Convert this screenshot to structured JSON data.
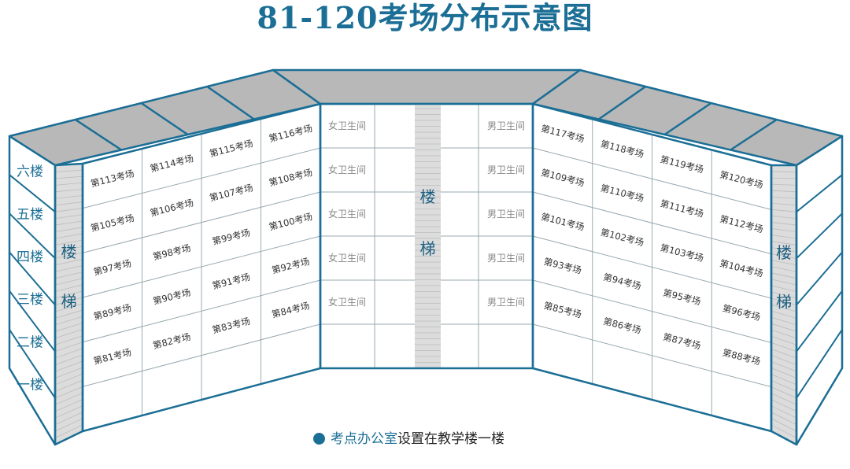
{
  "title": "81-120考场分布示意图",
  "floors": [
    "六楼",
    "五楼",
    "四楼",
    "三楼",
    "二楼",
    "一楼"
  ],
  "stair_chars": [
    "楼",
    "梯"
  ],
  "left_wing": [
    [
      "第113考场",
      "第114考场",
      "第115考场",
      "第116考场"
    ],
    [
      "第105考场",
      "第106考场",
      "第107考场",
      "第108考场"
    ],
    [
      "第97考场",
      "第98考场",
      "第99考场",
      "第100考场"
    ],
    [
      "第89考场",
      "第90考场",
      "第91考场",
      "第92考场"
    ],
    [
      "第81考场",
      "第82考场",
      "第83考场",
      "第84考场"
    ],
    [
      "",
      "",
      "",
      ""
    ]
  ],
  "right_wing": [
    [
      "第117考场",
      "第118考场",
      "第119考场",
      "第120考场"
    ],
    [
      "第109考场",
      "第110考场",
      "第111考场",
      "第112考场"
    ],
    [
      "第101考场",
      "第102考场",
      "第103考场",
      "第104考场"
    ],
    [
      "第93考场",
      "第94考场",
      "第95考场",
      "第96考场"
    ],
    [
      "第85考场",
      "第86考场",
      "第87考场",
      "第88考场"
    ],
    [
      "",
      "",
      "",
      ""
    ]
  ],
  "center": {
    "female_wc": "女卫生间",
    "male_wc": "男卫生间"
  },
  "note": {
    "highlight": "考点办公室",
    "rest": "设置在教学楼一楼"
  },
  "colors": {
    "accent": "#1b6e95",
    "roof": "#b8b8b8",
    "stair": "#dcdcdc"
  }
}
